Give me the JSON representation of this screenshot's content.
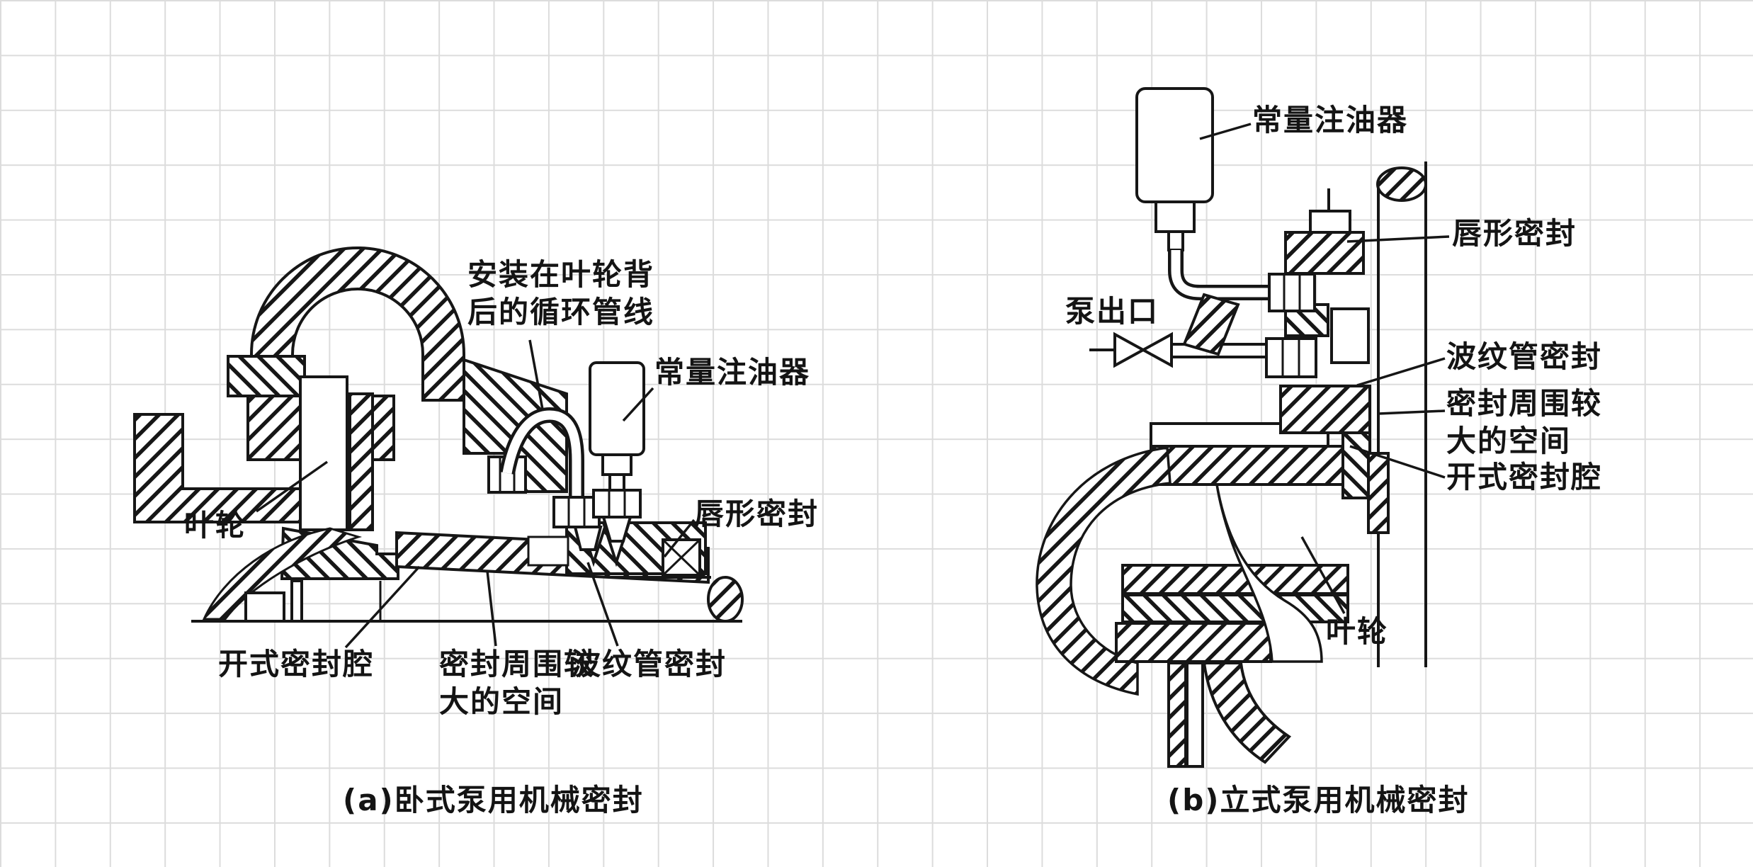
{
  "page": {
    "background_color": "#ffffff",
    "grid_color": "#dcdcdc",
    "ink_color": "#161616"
  },
  "figure_a": {
    "caption": "(a)卧式泵用机械密封",
    "labels": {
      "circulation_line": "安装在叶轮背\n后的循环管线",
      "oiler": "常量注油器",
      "lip_seal": "唇形密封",
      "impeller": "叶轮",
      "open_seal_chamber": "开式密封腔",
      "seal_space": "密封周围较\n大的空间",
      "bellows_seal": "波纹管密封"
    }
  },
  "figure_b": {
    "caption": "(b)立式泵用机械密封",
    "labels": {
      "oiler": "常量注油器",
      "lip_seal": "唇形密封",
      "pump_outlet": "泵出口",
      "bellows_seal": "波纹管密封",
      "seal_space": "密封周围较\n大的空间",
      "open_seal_chamber": "开式密封腔",
      "impeller": "叶轮"
    }
  }
}
